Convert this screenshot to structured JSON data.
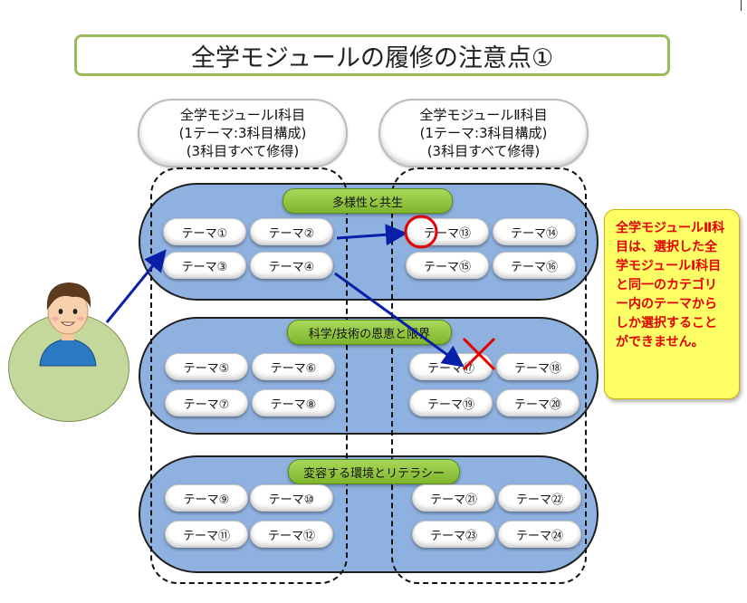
{
  "title": "全学モジュールの履修の注意点①",
  "headers": [
    {
      "line1": "全学モジュールⅠ科目",
      "line2": "(1テーマ:3科目構成)",
      "line3": "(3科目すべて修得)"
    },
    {
      "line1": "全学モジュールⅡ科目",
      "line2": "(1テーマ:3科目構成)",
      "line3": "(3科目すべて修得)"
    }
  ],
  "bands": [
    {
      "category": "多様性と共生",
      "left": [
        "テーマ①",
        "テーマ②",
        "テーマ③",
        "テーマ④"
      ],
      "right": [
        "テーマ⑬",
        "テーマ⑭",
        "テーマ⑮",
        "テーマ⑯"
      ]
    },
    {
      "category": "科学/技術の恩恵と限界",
      "left": [
        "テーマ⑤",
        "テーマ⑥",
        "テーマ⑦",
        "テーマ⑧"
      ],
      "right": [
        "テーマ⑰",
        "テーマ⑱",
        "テーマ⑲",
        "テーマ⑳"
      ]
    },
    {
      "category": "変容する環境とリテラシー",
      "left": [
        "テーマ⑨",
        "テーマ⑩",
        "テーマ⑪",
        "テーマ⑫"
      ],
      "right": [
        "テーマ㉑",
        "テーマ㉒",
        "テーマ㉓",
        "テーマ㉔"
      ]
    }
  ],
  "note": "全学モジュールⅡ科目は、選択した全学モジュールⅠ科目と同一のカテゴリー内のテーマからしか選択することができません。",
  "colors": {
    "band": "#8fb1df",
    "category": "#8bc34a",
    "note_bg": "#ffff66",
    "note_text": "#e60000",
    "arrow": "#0a1fa8",
    "ok_mark": "#e60000",
    "ng_mark": "#e60000"
  },
  "icons": {
    "student": "student-avatar-icon",
    "ok": "circle-ok-icon",
    "ng": "cross-ng-icon"
  }
}
